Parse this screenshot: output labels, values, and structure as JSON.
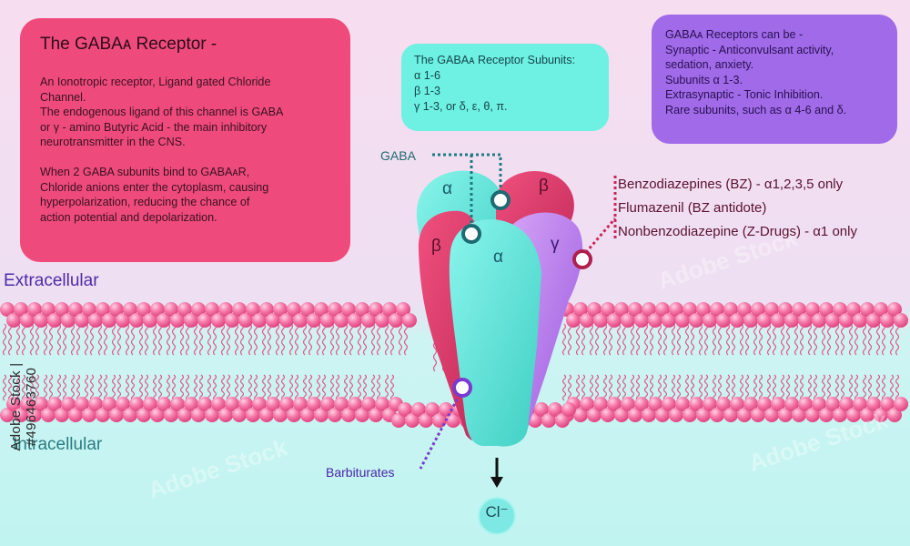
{
  "intro_box": {
    "title": "The GABAᴀ Receptor -",
    "lines": [
      "An Ionotropic receptor, Ligand gated Chloride",
      "Channel.",
      "The endogenous ligand of this channel is GABA",
      "or  γ - amino Butyric Acid - the main inhibitory",
      "neurotransmitter in the CNS.",
      "",
      "When 2 GABA subunits bind to GABAᴀR,",
      "Chloride anions enter the cytoplasm, causing",
      "hyperpolarization, reducing the chance of",
      "action potential and depolarization."
    ]
  },
  "subunits_box": {
    "lines": [
      "The GABAᴀ Receptor Subunits:",
      "α 1-6",
      "β 1-3",
      "γ 1-3, or δ, ε, θ, π."
    ]
  },
  "types_box": {
    "lines": [
      "GABAᴀ Receptors can be -",
      "Synaptic - Anticonvulsant activity,",
      "sedation, anxiety.",
      "Subunits α 1-3.",
      "Extrasynaptic - Tonic Inhibition.",
      "Rare subunits, such as α 4-6 and δ."
    ]
  },
  "labels": {
    "extracellular": "Extracellular",
    "intracellular": "Intracellular",
    "gaba": "GABA",
    "barbiturates": "Barbiturates",
    "chloride": "Cl⁻",
    "benzodiazepines": "Benzodiazepines (BZ) - α1,2,3,5 only",
    "flumazenil": "Flumazenil (BZ antidote)",
    "nonbenzodiazepine": "Nonbenzodiazepine (Z-Drugs) - α1 only"
  },
  "subunit_letters": {
    "alpha_back": "α",
    "beta_back": "β",
    "beta_front": "β",
    "alpha_front": "α",
    "gamma": "γ"
  },
  "watermark": {
    "id_text": "Adobe Stock | #496463760",
    "brand": "Adobe Stock"
  },
  "colors": {
    "background_top": "#f6dcef",
    "background_bottom": "#c3f5f2",
    "pink_box": "#ee4b7c",
    "teal_box": "#6ef0e2",
    "purple_box": "#a06ae8",
    "lipid_head": "#f06aa0",
    "alpha_subunit": "#5de0d6",
    "beta_subunit": "#d93a6c",
    "gamma_subunit": "#b47ae8"
  }
}
